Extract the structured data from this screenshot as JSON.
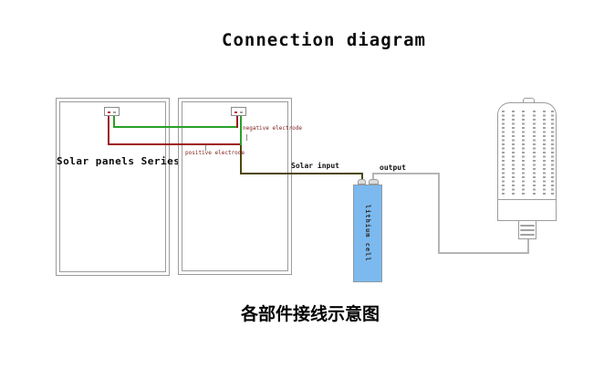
{
  "title": "Connection diagram",
  "caption": "各部件接线示意图",
  "solar_panels": {
    "label": "Solar panels Series"
  },
  "wire_labels": {
    "negative": "negative electrode",
    "positive": "positive electrode",
    "solar_input": "Solar input",
    "output": "output"
  },
  "battery": {
    "label": "lithium cell"
  },
  "colors": {
    "wire_red": "#9e1b1b",
    "wire_green": "#2aa02a",
    "wire_olive": "#4c4708",
    "wire_gray": "#b5b5b5",
    "battery_blue": "#7cb9ee",
    "outline": "#9c9c9c",
    "label_red": "#7d1d1d",
    "terminal_red": "#c62828"
  }
}
